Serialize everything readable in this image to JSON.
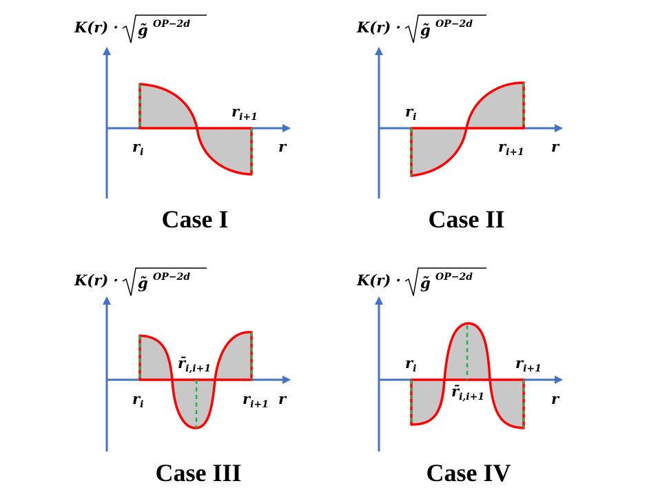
{
  "colors": {
    "axis": "#4472C4",
    "curve": "#FF0000",
    "fill": "#C8C8C8",
    "divider": "#22B14C"
  },
  "y_label": "K(r) · √g̃^(OP−2d)",
  "y_label_parts": {
    "main": "K(r) ·",
    "g": "g̃",
    "sup": "OP−2d"
  },
  "x_label": "r",
  "r_i": {
    "base": "r",
    "sub": "i"
  },
  "r_i1": {
    "base": "r",
    "sub": "i+1"
  },
  "r_bar": {
    "base": "r̄",
    "sub": "i,i+1"
  },
  "panels": [
    {
      "title": "Case I"
    },
    {
      "title": "Case II"
    },
    {
      "title": "Case III"
    },
    {
      "title": "Case IV"
    }
  ]
}
